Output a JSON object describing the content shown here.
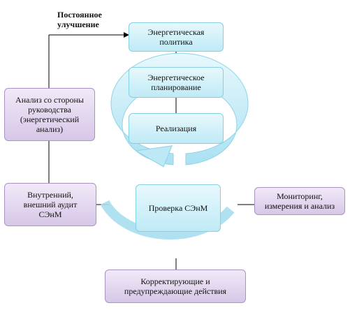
{
  "improvement_label": [
    "Постоянное",
    "улучшение"
  ],
  "boxes": {
    "energy_policy": [
      "Энергетическая",
      "политика"
    ],
    "energy_planning": [
      "Энергетическое",
      "планирование"
    ],
    "implementation": [
      "Реализация"
    ],
    "check": [
      "Проверка СЭнМ"
    ],
    "management_review": [
      "Анализ со стороны",
      "руководства",
      "(энергетический",
      "анализ)"
    ],
    "internal_audit": [
      "Внутренний,",
      "внешний аудит",
      "СЭнМ"
    ],
    "monitoring": [
      "Мониторинг,",
      "измерения и анализ"
    ],
    "corrective": [
      "Корректирующие и",
      "предупреждающие действия"
    ]
  },
  "colors": {
    "cyan_fill": "#c9eef8",
    "purple_fill": "#dccbeb",
    "line": "#000000",
    "cycle_arrow": "#bfe9f6"
  }
}
